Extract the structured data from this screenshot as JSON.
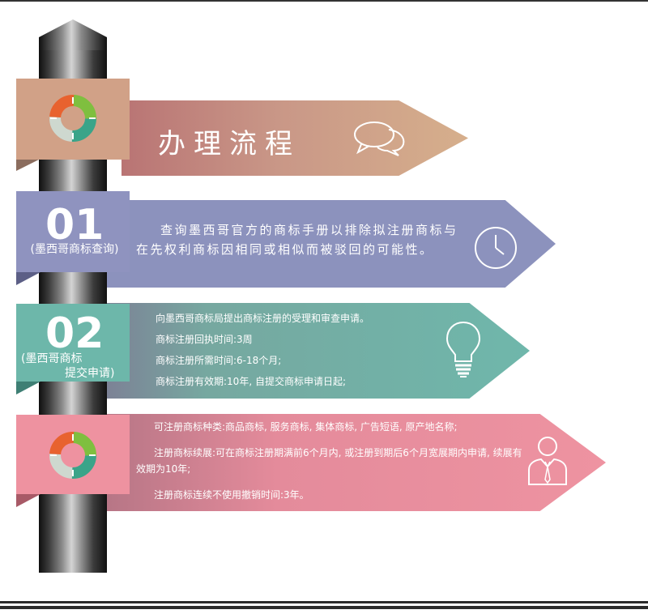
{
  "header": {
    "title": "办理流程"
  },
  "steps": [
    {
      "number": "01",
      "label": "(墨西哥商标查询)",
      "description": "查询墨西哥官方的商标手册以排除拟注册商标与在先权利商标因相同或相似而被驳回的可能性。"
    },
    {
      "number": "02",
      "label_line1": "(墨西哥商标",
      "label_line2": "提交申请)",
      "lines": [
        "向墨西哥商标局提出商标注册的受理和审查申请。",
        "商标注册回执时间:3周",
        "商标注册所需时间:6-18个月;",
        "商标注册有效期:10年, 自提交商标申请日起;"
      ]
    },
    {
      "paragraphs": [
        "可注册商标种类:商品商标, 服务商标, 集体商标, 广告短语, 原产地名称;",
        "注册商标续展:可在商标注册期满前6个月内, 或注册到期后6个月宽展期内申请, 续展有效期为10年;",
        "注册商标连续不使用撤销时间:3年。"
      ]
    }
  ],
  "icons": {
    "title": "chat-bubbles-icon",
    "step1": "clock-icon",
    "step2": "lightbulb-icon",
    "step3": "businessman-icon",
    "tab": "cycle-arrows-icon"
  },
  "colors": {
    "tan": "#d1a187",
    "lavender": "#8f93bf",
    "teal": "#6db7aa",
    "pink": "#ee92a0"
  }
}
